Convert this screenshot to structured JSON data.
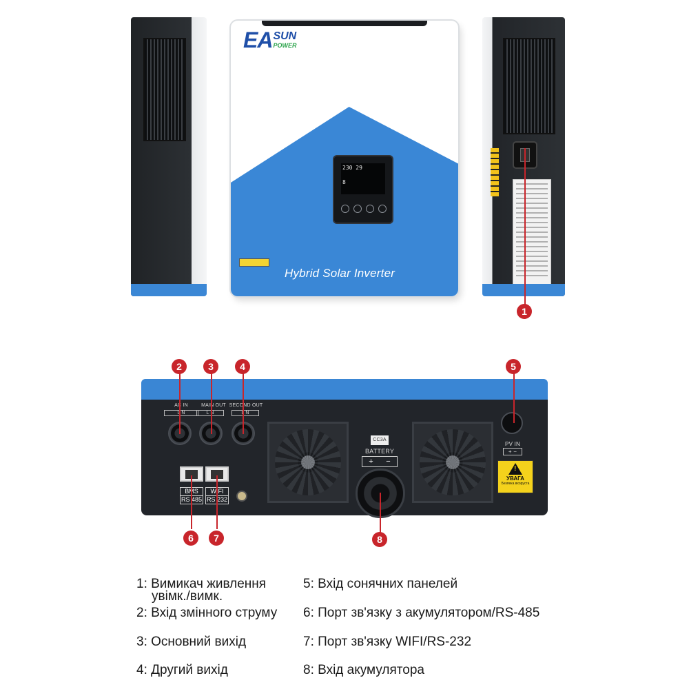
{
  "brand": {
    "ea": "EA",
    "sun": "SUN",
    "power": "POWER"
  },
  "product_name": "Hybrid Solar Inverter",
  "display_text": {
    "line1": "230 29",
    "line2": "8"
  },
  "ports": {
    "ac_in": "AC IN",
    "main_out": "MAIN OUT",
    "second_out": "SECOND OUT",
    "ln_label": "L  N",
    "bms": "BMS",
    "rs485": "RS 485",
    "wifi": "WIFI",
    "rs232": "RS 232",
    "battery": "BATTERY",
    "battery_plus": "+",
    "battery_minus": "−",
    "pv_in": "PV IN",
    "pv_polarity": "+  −",
    "fuse_tag": "CC3A"
  },
  "warning": {
    "title": "УВАГА",
    "subtitle": "Безпека вхорустa"
  },
  "markers": [
    "1",
    "2",
    "3",
    "4",
    "5",
    "6",
    "7",
    "8"
  ],
  "legend": {
    "item1_line1": "1: Вимикач живлення",
    "item1_line2": "увімк./вимк.",
    "item2": "2: Вхід змінного струму",
    "item3": "3: Основний вихід",
    "item4": "4: Другий вихід",
    "item5": "5: Вхід сонячних панелей",
    "item6": "6: Порт зв'язку з акумулятором/RS-485",
    "item7": "7: Порт зв'язку WIFI/RS-232",
    "item8": "8: Вхід акумулятора"
  },
  "colors": {
    "marker": "#c8252b",
    "brand_blue": "#3a87d6",
    "dark_body": "#22252a"
  }
}
